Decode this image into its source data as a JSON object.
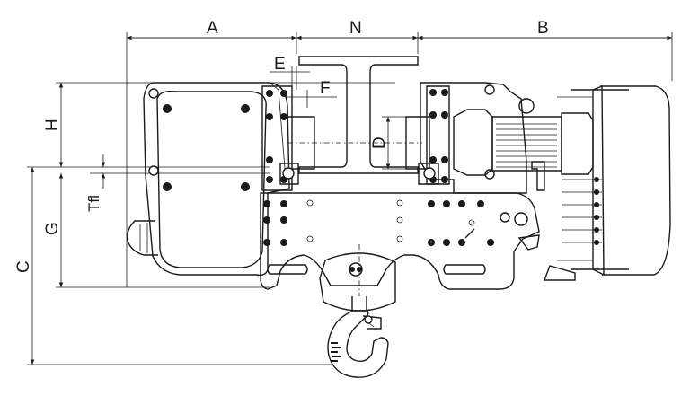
{
  "dimensions": {
    "A": "A",
    "N": "N",
    "B": "B",
    "E": "E",
    "F": "F",
    "D": "D",
    "H": "H",
    "Tfl": "Tfl",
    "G": "G",
    "C": "C"
  }
}
